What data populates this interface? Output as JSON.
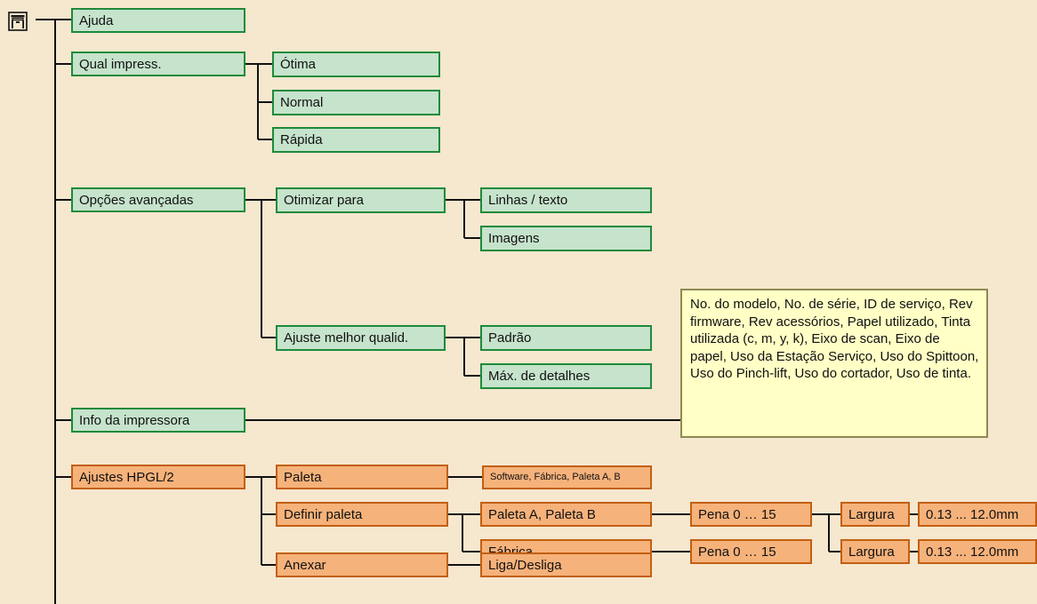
{
  "colors": {
    "background": "#f6e7cf",
    "green_fill": "#c6e3cc",
    "green_border": "#1e8a3a",
    "orange_fill": "#f6b27b",
    "orange_border": "#c26012",
    "note_fill": "#ffffc6",
    "line": "#111111"
  },
  "root_icon": "printer-icon",
  "nodes": {
    "ajuda": "Ajuda",
    "qual_impress": "Qual impress.",
    "otima": "Ótima",
    "normal": "Normal",
    "rapida": "Rápida",
    "opcoes_avancadas": "Opções avançadas",
    "otimizar_para": "Otimizar para",
    "linhas_texto": "Linhas / texto",
    "imagens": "Imagens",
    "ajuste_melhor_qualid": "Ajuste melhor qualid.",
    "padrao": "Padrão",
    "max_detalhes": "Máx. de detalhes",
    "info_impressora": "Info da impressora",
    "info_note": "No. do modelo, No. de série, ID de serviço, Rev firmware, Rev acessórios, Papel utilizado, Tinta utilizada (c, m, y, k), Eixo de scan, Eixo de papel, Uso da Estação Serviço,  Uso do Spittoon, Uso do Pinch-lift, Uso do cortador, Uso de tinta.",
    "ajustes_hpgl2": "Ajustes HPGL/2",
    "paleta": "Paleta",
    "paleta_options": "Software, Fábrica, Paleta A, B",
    "definir_paleta": "Definir paleta",
    "paleta_a_b": "Paleta A, Paleta B",
    "fabrica": "Fábrica",
    "pena_1": "Pena  0 … 15",
    "pena_2": "Pena  0 … 15",
    "largura_1": "Largura",
    "largura_2": "Largura",
    "largura_range_1": "0.13 ... 12.0mm",
    "largura_range_2": "0.13 ... 12.0mm",
    "anexar": "Anexar",
    "liga_desliga": "Liga/Desliga"
  }
}
